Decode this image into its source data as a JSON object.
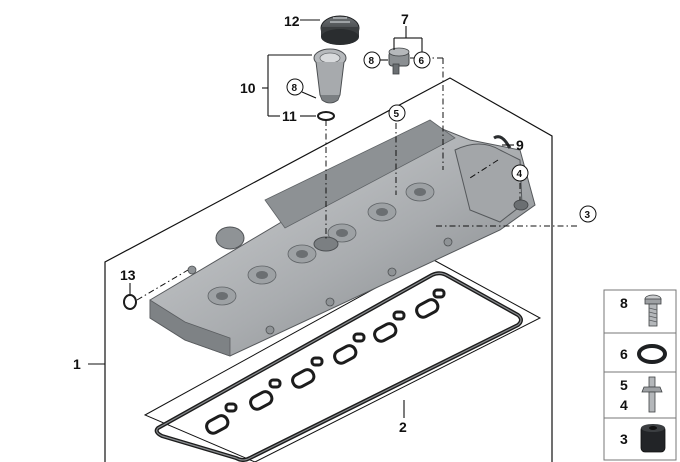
{
  "callouts": {
    "c1": "1",
    "c2": "2",
    "c3": "3",
    "c4": "4",
    "c5": "5",
    "c6a": "6",
    "c7": "7",
    "c8a": "8",
    "c8b": "8",
    "c9": "9",
    "c10": "10",
    "c11": "11",
    "c12": "12",
    "c13": "13"
  },
  "legend": {
    "items": [
      {
        "label": "8",
        "icon": "bolt-icon"
      },
      {
        "label": "6",
        "icon": "o-ring-icon"
      },
      {
        "label": "5",
        "label2": "4",
        "icon": "stud-bolt-icon"
      },
      {
        "label": "3",
        "icon": "rubber-mount-icon"
      }
    ]
  },
  "colors": {
    "part_fill": "#b9bbbd",
    "part_dark": "#6f7376",
    "line": "#111111"
  }
}
